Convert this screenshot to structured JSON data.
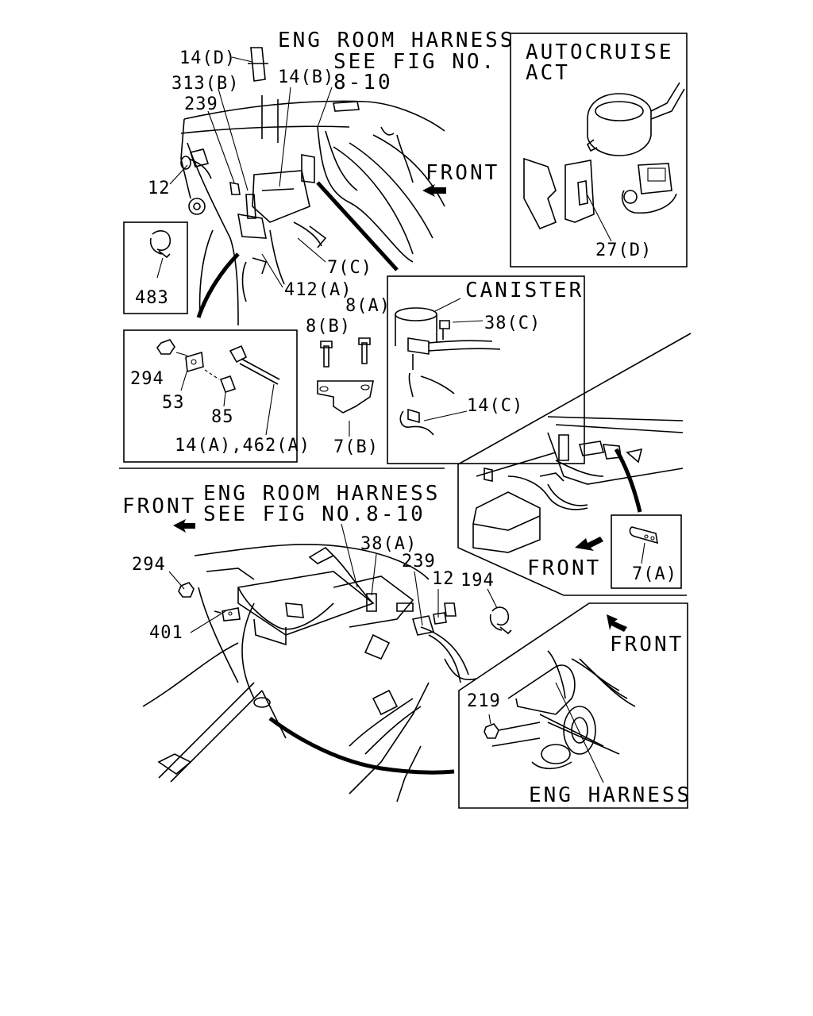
{
  "callouts": {
    "eng_room_harness_top": [
      "ENG ROOM HARNESS",
      "SEE FIG NO.",
      "8-10"
    ],
    "front_top": "FRONT",
    "p14d": "14(D)",
    "p313b": "313(B)",
    "p14b": "14(B)",
    "p239_top": "239",
    "p12_top": "12",
    "p7c": "7(C)",
    "p412a": "412(A)",
    "p483": "483",
    "p294_top": "294",
    "p53": "53",
    "p85": "85",
    "p14a_462a": "14(A),462(A)",
    "p8b": "8(B)",
    "p8a": "8(A)",
    "p7b": "7(B)",
    "canister": "CANISTER",
    "p38c": "38(C)",
    "p14c": "14(C)",
    "autocruise": [
      "AUTOCRUISE",
      "ACT"
    ],
    "p27d": "27(D)",
    "front_mid": "FRONT",
    "p7a": "7(A)",
    "eng_room_harness_bottom": [
      "ENG ROOM HARNESS",
      "SEE FIG NO.8-10"
    ],
    "front_left": "FRONT",
    "p294_bottom": "294",
    "p401": "401",
    "p38a": "38(A)",
    "p239_bottom": "239",
    "p12_bottom": "12",
    "p194": "194",
    "front_right": "FRONT",
    "p219": "219",
    "eng_harness": "ENG HARNESS"
  }
}
